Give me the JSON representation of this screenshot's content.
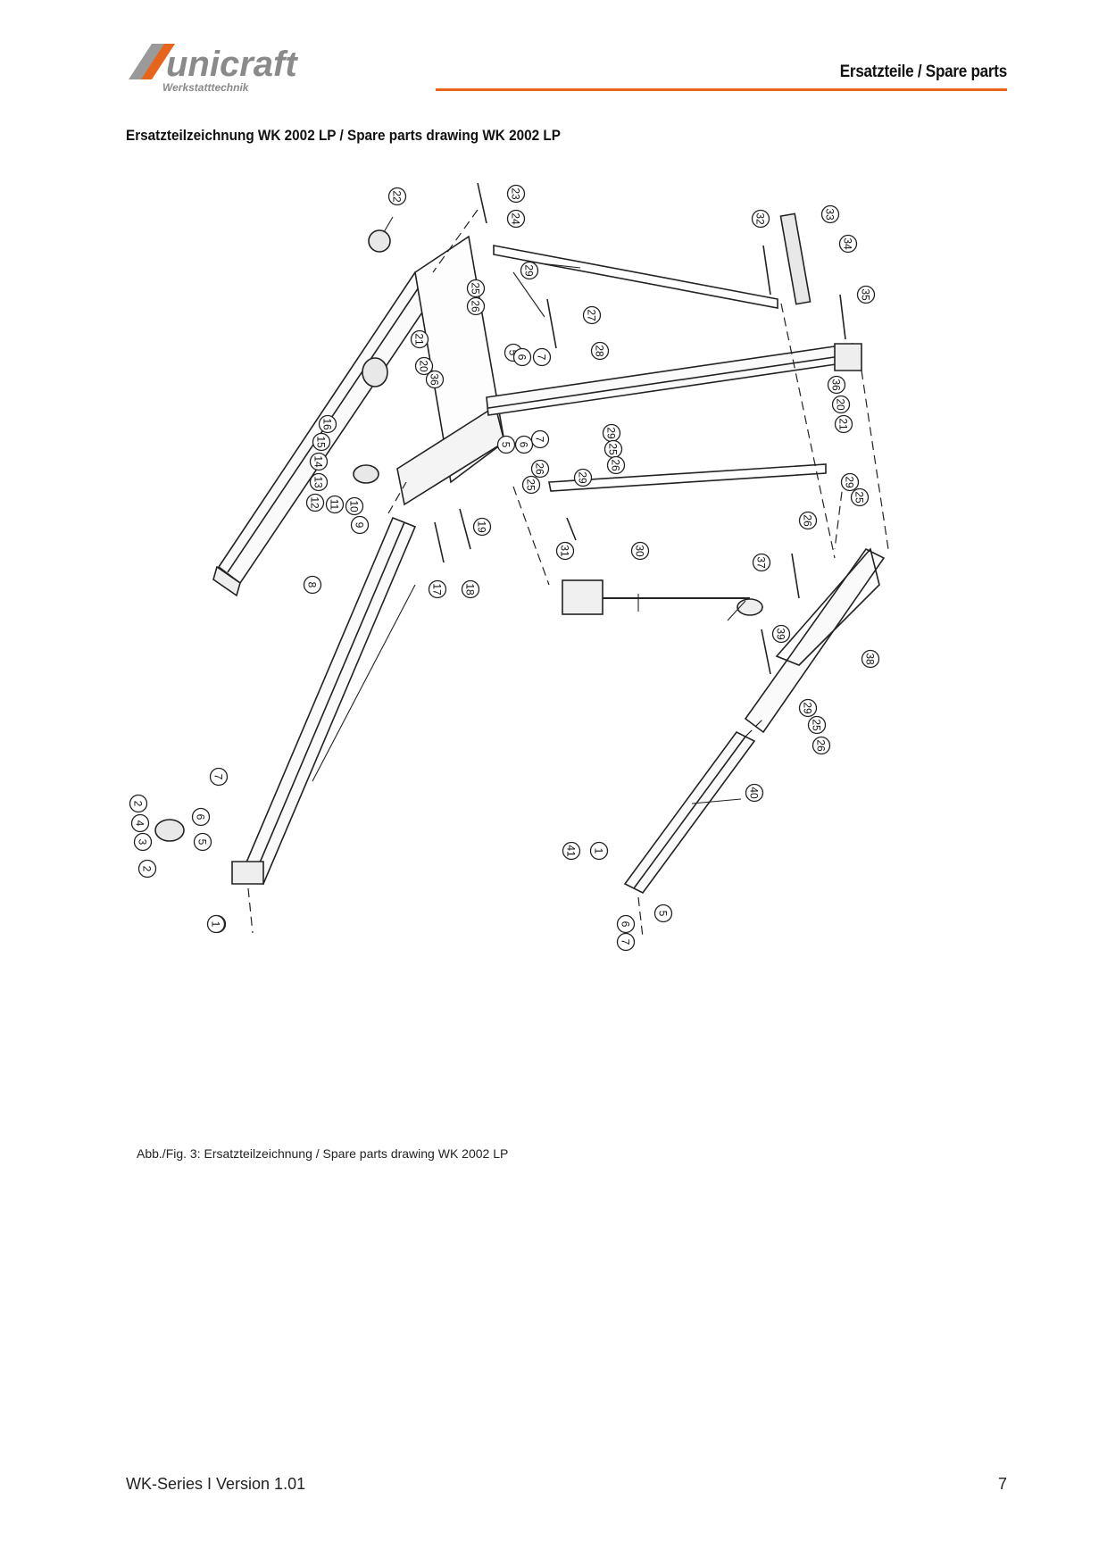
{
  "header": {
    "brand_name": "unicraft",
    "brand_tagline": "Werkstatttechnik",
    "section_label": "Ersatzteile / Spare parts",
    "brand_color": "#e8641b",
    "rule_color": "#e8641b"
  },
  "section_title": "Ersatzteilzeichnung WK 2002 LP / Spare parts drawing WK 2002 LP",
  "drawing": {
    "callouts": [
      "1",
      "2",
      "3",
      "4",
      "5",
      "6",
      "7",
      "8",
      "9",
      "10",
      "11",
      "12",
      "13",
      "14",
      "15",
      "16",
      "17",
      "18",
      "19",
      "20",
      "21",
      "22",
      "23",
      "24",
      "25",
      "26",
      "27",
      "28",
      "29",
      "30",
      "31",
      "32",
      "33",
      "34",
      "35",
      "36",
      "37",
      "38",
      "39",
      "40",
      "41"
    ]
  },
  "caption": "Abb./Fig. 3: Ersatzteilzeichnung / Spare parts drawing  WK 2002 LP",
  "footer": {
    "left": "WK-Series I Version 1.01",
    "page_number": "7"
  }
}
